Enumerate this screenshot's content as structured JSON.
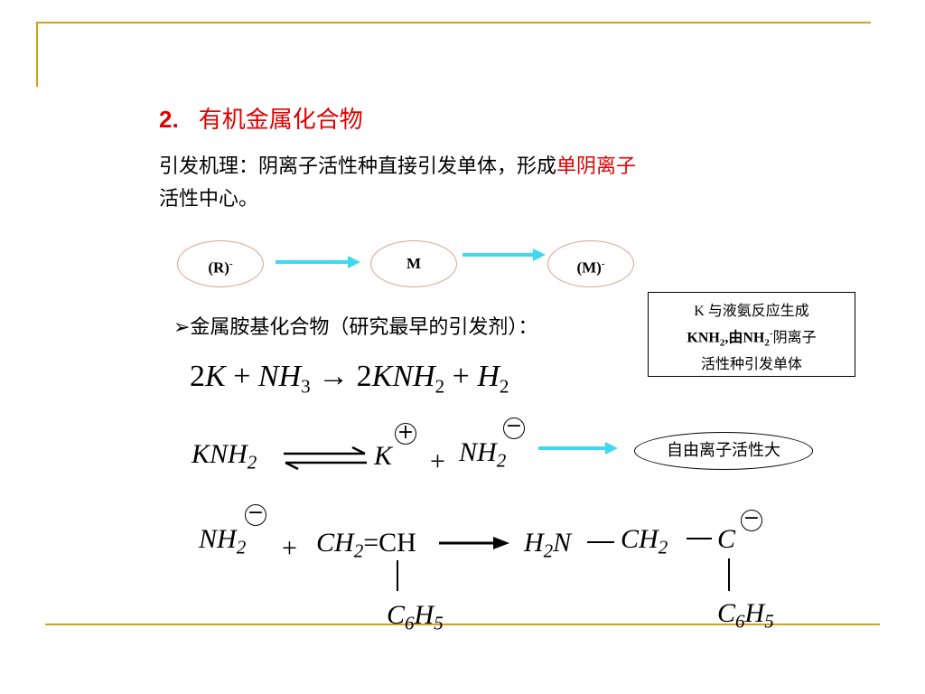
{
  "slide": {
    "title_num": "2.",
    "title_text": "有机金属化合物",
    "para_line1_a": "引发机理：阴离子活性种直接引发单体，形成",
    "para_line1_red": "单阴离子",
    "para_line2": "活性中心。",
    "flow": {
      "r_label": "(R)",
      "r_sup": "-",
      "m_label": "M",
      "m2_label": "(M)",
      "m2_sup": "-"
    },
    "note_box": {
      "line1": "K 与液氨反应生成",
      "line2_a": "KNH",
      "line2_sub": "2",
      "line2_b": ",由NH",
      "line2_sub2": "2",
      "line2_sup": "-",
      "line2_c": "阴离子",
      "line3": "活性种引发单体"
    },
    "bullet": "➢金属胺基化合物（研究最早的引发剂）：",
    "equation1": {
      "a": "2",
      "K": "K",
      "plus1": " + ",
      "NH": "NH",
      "s3": "3",
      "arrow": " → 2",
      "KNH": "KNH",
      "s2a": "2",
      "plus2": " + ",
      "H": "H",
      "s2b": "2"
    },
    "equation2": {
      "lhs": "KNH",
      "lhs_sub": "2",
      "k": "K",
      "plus": "+",
      "nh": "NH",
      "nh_sub": "2",
      "plus_charge": "+",
      "minus_charge": "−",
      "note": "自由离子活性大"
    },
    "equation3": {
      "nh": "NH",
      "nh_sub": "2",
      "minus": "−",
      "plus": "+",
      "ch2": "CH",
      "ch2_sub": "2",
      "eq": "=CH",
      "h2n_h": "H",
      "h2n_sub": "2",
      "h2n_n": "N",
      "prod_ch2": "CH",
      "prod_ch2_sub": "2",
      "c": "C",
      "c_minus": "−",
      "sub_c6h5_c": "C",
      "sub_6": "6",
      "sub_h": "H",
      "sub_5": "5"
    }
  }
}
